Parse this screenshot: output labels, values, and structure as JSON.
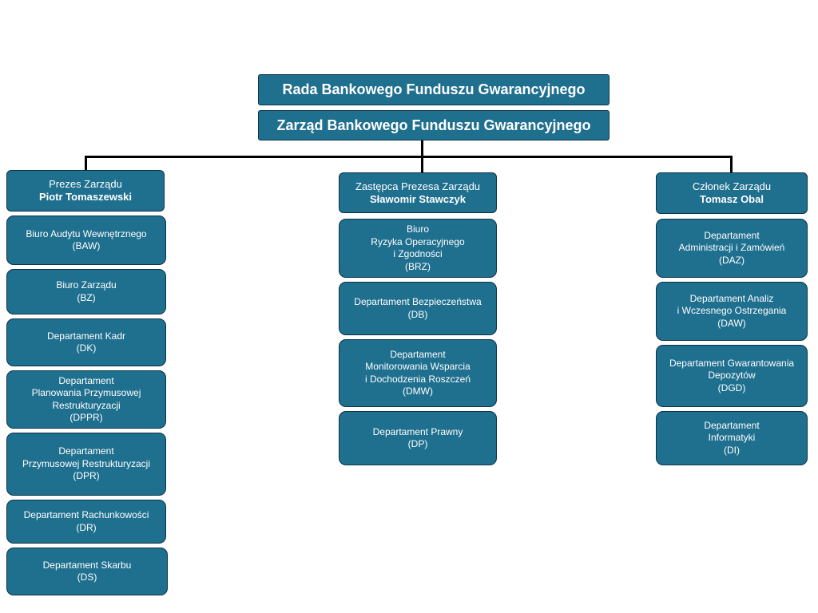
{
  "board": {
    "supervisory": "Rada Bankowego Funduszu Gwarancyjnego",
    "management": "Zarząd Bankowego Funduszu Gwarancyjnego"
  },
  "columns": [
    {
      "head": {
        "role": "Prezes Zarządu",
        "name": "Piotr Tomaszewski"
      },
      "units": [
        {
          "lines": [
            "Biuro Audytu Wewnętrznego",
            "(BAW)"
          ]
        },
        {
          "lines": [
            "Biuro Zarządu",
            "(BZ)"
          ]
        },
        {
          "lines": [
            "Departament Kadr",
            "(DK)"
          ]
        },
        {
          "lines": [
            "Departament",
            "Planowania Przymusowej",
            "Restrukturyzacji",
            "(DPPR)"
          ]
        },
        {
          "lines": [
            "Departament",
            "Przymusowej Restrukturyzacji",
            "(DPR)"
          ]
        },
        {
          "lines": [
            "Departament Rachunkowości",
            "(DR)"
          ]
        },
        {
          "lines": [
            "Departament Skarbu",
            "(DS)"
          ]
        }
      ]
    },
    {
      "head": {
        "role": "Zastępca Prezesa Zarządu",
        "name": "Sławomir Stawczyk"
      },
      "units": [
        {
          "lines": [
            "Biuro",
            "Ryzyka Operacyjnego",
            "i Zgodności",
            "(BRZ)"
          ]
        },
        {
          "lines": [
            "Departament Bezpieczeństwa",
            "(DB)"
          ]
        },
        {
          "lines": [
            "Departament",
            "Monitorowania Wsparcia",
            "i Dochodzenia Roszczeń",
            "(DMW)"
          ]
        },
        {
          "lines": [
            "Departament Prawny",
            "(DP)"
          ]
        }
      ]
    },
    {
      "head": {
        "role": "Członek Zarządu",
        "name": "Tomasz Obal"
      },
      "units": [
        {
          "lines": [
            "Departament",
            "Administracji i Zamówień",
            "(DAZ)"
          ]
        },
        {
          "lines": [
            "Departament Analiz",
            "i Wczesnego Ostrzegania",
            "(DAW)"
          ]
        },
        {
          "lines": [
            "Departament Gwarantowania",
            "Depozytów",
            "(DGD)"
          ]
        },
        {
          "lines": [
            "Departament",
            "Informatyki",
            "(DI)"
          ]
        }
      ]
    }
  ]
}
